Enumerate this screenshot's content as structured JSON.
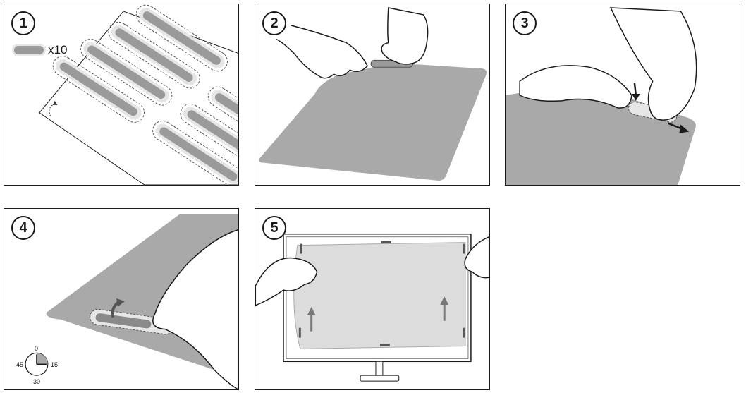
{
  "steps": [
    {
      "number": "1"
    },
    {
      "number": "2"
    },
    {
      "number": "3"
    },
    {
      "number": "4"
    },
    {
      "number": "5"
    }
  ],
  "step1": {
    "quantity": "x10"
  },
  "step4": {
    "clock": {
      "top": "0",
      "right": "15",
      "bottom": "30",
      "left": "45"
    }
  },
  "colors": {
    "panel_gray": "#a9a9a9",
    "strip_gray": "#9a9a9a",
    "light": "#e6e6e6",
    "outline": "#1a1a1a"
  }
}
